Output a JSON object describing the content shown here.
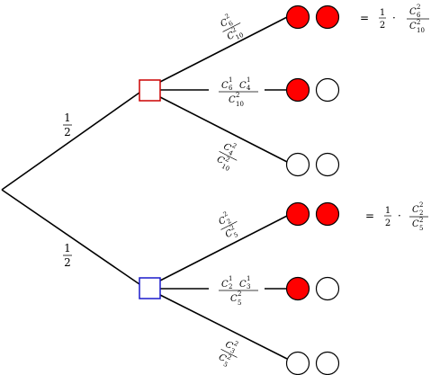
{
  "branches": {
    "top_prob": "1",
    "top_den": "2",
    "bottom_prob": "1",
    "bottom_den": "2"
  },
  "urn_red": {
    "box_color": "#cc0000",
    "outcomes": [
      {
        "label": "C",
        "num_sup": "2",
        "num_sub": "6",
        "den_sup": "2",
        "den_sub": "10",
        "balls": [
          "red",
          "red"
        ]
      },
      {
        "label": "C",
        "num1_sup": "1",
        "num1_sub": "6",
        "num2_sup": "1",
        "num2_sub": "4",
        "den_sup": "2",
        "den_sub": "10",
        "balls": [
          "red",
          "white"
        ]
      },
      {
        "label": "C",
        "num_sup": "2",
        "num_sub": "4",
        "den_sup": "2",
        "den_sub": "10",
        "balls": [
          "white",
          "white"
        ]
      }
    ],
    "result": {
      "eq": "=",
      "half_num": "1",
      "half_den": "2",
      "dot": "·",
      "c": "C",
      "num_sup": "2",
      "num_sub": "6",
      "den_sup": "2",
      "den_sub": "10"
    }
  },
  "urn_blue": {
    "box_color": "#1a1acc",
    "outcomes": [
      {
        "label": "C",
        "num_sup": "2",
        "num_sub": "2",
        "den_sup": "2",
        "den_sub": "5",
        "balls": [
          "red",
          "red"
        ]
      },
      {
        "label": "C",
        "num1_sup": "1",
        "num1_sub": "2",
        "num2_sup": "1",
        "num2_sub": "3",
        "den_sup": "2",
        "den_sub": "5",
        "balls": [
          "red",
          "white"
        ]
      },
      {
        "label": "C",
        "num_sup": "2",
        "num_sub": "3",
        "den_sup": "2",
        "den_sub": "5",
        "balls": [
          "white",
          "white"
        ]
      }
    ],
    "result": {
      "eq": "=",
      "half_num": "1",
      "half_den": "2",
      "dot": "·",
      "c": "C",
      "num_sup": "2",
      "num_sub": "2",
      "den_sup": "2",
      "den_sub": "5"
    }
  },
  "colors": {
    "red_ball": "#ff0000",
    "white_ball": "#ffffff",
    "line": "#000000"
  }
}
